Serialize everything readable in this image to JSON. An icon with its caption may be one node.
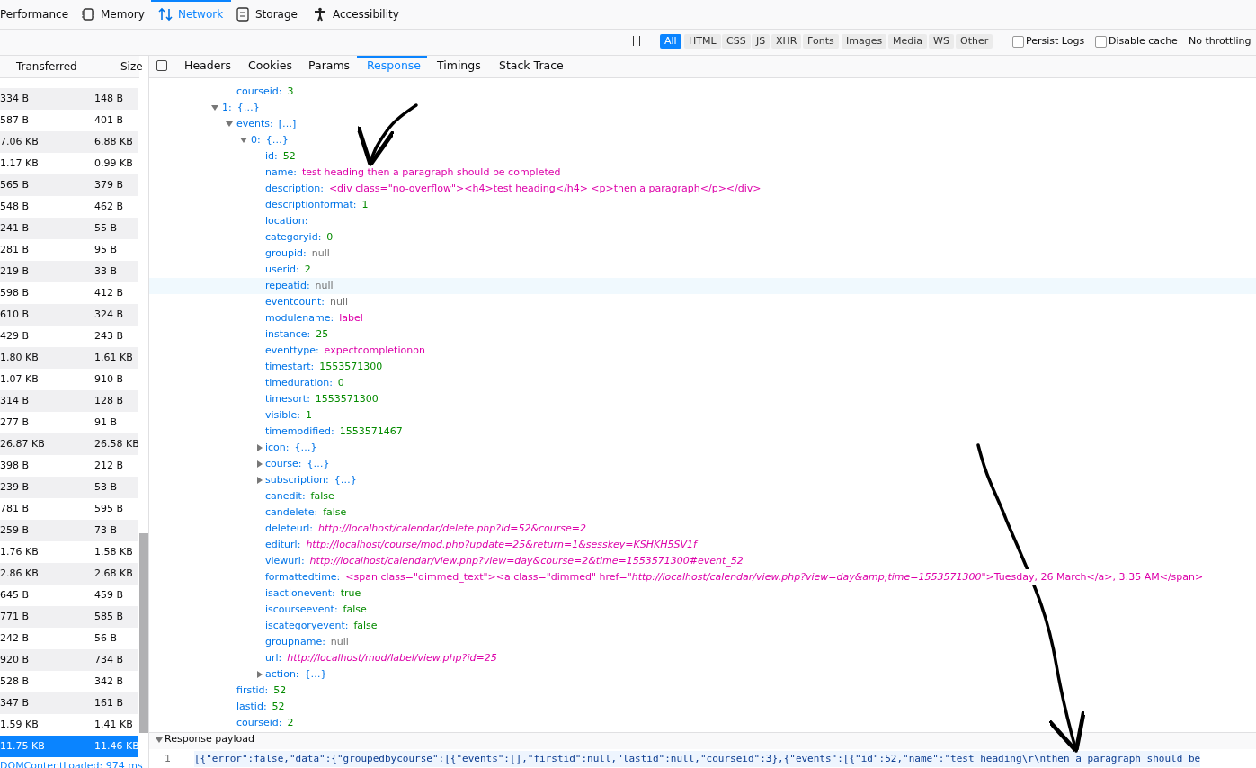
{
  "diagram": {
    "nodes": [
      {
        "text": [
          "test heading then a paragraph should be completed"
        ]
      },
      {
        "text": [
          "[{\"error\":false,\"data\":{\"groupedbycourse\":[{\"events\":[],\"firstid\":null,\"lastid\":null,\"courseid\":3},{\"events\":[{\"id\":52,\"name\":\"test heading\\r\\nthen a paragraph should be"
        ]
      }
    ],
    "edges": [
      {
        "from": null,
        "to": 0,
        "arrow": "to"
      },
      {
        "from": null,
        "to": 1,
        "arrow": "to"
      }
    ],
    "labels": [
      "Performance",
      "Memory",
      "Network",
      "Storage",
      "Accessibility",
      "All",
      "HTML",
      "CSS",
      "JS",
      "XHR",
      "Fonts",
      "Images",
      "Media",
      "WS",
      "Other",
      "Persist Logs",
      "Disable cache",
      "No throttling",
      "Transferred",
      "Size",
      "334 B",
      "148 B",
      "587 B",
      "401 B",
      "7.06 KB",
      "6.88 KB",
      "1.17 KB",
      "0.99 KB",
      "565 B",
      "379 B",
      "548 B",
      "462 B",
      "241 B",
      "55 B",
      "281 B",
      "95 B",
      "219 B",
      "33 B",
      "598 B",
      "412 B",
      "610 B",
      "324 B",
      "429 B",
      "243 B",
      "1.80 KB",
      "1.61 KB",
      "1.07 KB",
      "910 B",
      "314 B",
      "128 B",
      "277 B",
      "91 B",
      "26.87 KB",
      "26.58 KB",
      "398 B",
      "212 B",
      "239 B",
      "53 B",
      "781 B",
      "595 B",
      "259 B",
      "73 B",
      "1.76 KB",
      "1.58 KB",
      "2.86 KB",
      "2.68 KB",
      "645 B",
      "459 B",
      "771 B",
      "585 B",
      "242 B",
      "56 B",
      "920 B",
      "734 B",
      "528 B",
      "342 B",
      "347 B",
      "161 B",
      "1.59 KB",
      "1.41 KB",
      "11.75 KB",
      "11.46 KB",
      "DOMContentLoaded: 974 ms",
      "Headers",
      "Cookies",
      "Params",
      "Response",
      "Timings",
      "Stack Trace",
      "courseid:",
      "3",
      "1:",
      "{…}",
      "events:",
      "[…]",
      "0:",
      "{…}",
      "id:",
      "52",
      "name:",
      "description:",
      "<div class=\"no-overflow\"><h4>test heading</h4> <p>then a paragraph</p></div>",
      "descriptionformat:",
      "1",
      "location:",
      "categoryid:",
      "0",
      "groupid:",
      "null",
      "userid:",
      "2",
      "repeatid:",
      "null",
      "eventcount:",
      "null",
      "modulename:",
      "label",
      "instance:",
      "25",
      "eventtype:",
      "expectcompletionon",
      "timestart:",
      "1553571300",
      "timeduration:",
      "0",
      "timesort:",
      "1553571300",
      "visible:",
      "1",
      "timemodified:",
      "1553571467",
      "icon:",
      "{…}",
      "course:",
      "{…}",
      "subscription:",
      "{…}",
      "canedit:",
      "false",
      "candelete:",
      "false",
      "deleteurl:",
      "http://localhost/calendar/delete.php?id=52&course=2",
      "editurl:",
      "http://localhost/course/mod.php?update=25&return=1&sesskey=KSHKH5SV1f",
      "viewurl:",
      "http://localhost/calendar/view.php?view=day&course=2&time=1553571300#event_52",
      "formattedtime:",
      "<span class=\"dimmed_text\"><a class=\"dimmed\" href=\"*http://localhost/calendar/view.php?view=day&amp;time=1553571300*\">Tuesday, 26 March</a>, 3:35 AM</span>",
      "isactionevent:",
      "true",
      "iscourseevent:",
      "false",
      "iscategoryevent:",
      "false",
      "groupname:",
      "null",
      "url:",
      "http://localhost/mod/label/view.php?id=25",
      "action:",
      "{…}",
      "firstid:",
      "52",
      "lastid:",
      "52",
      "courseid:",
      "2",
      "Response payload",
      "1"
    ]
  }
}
